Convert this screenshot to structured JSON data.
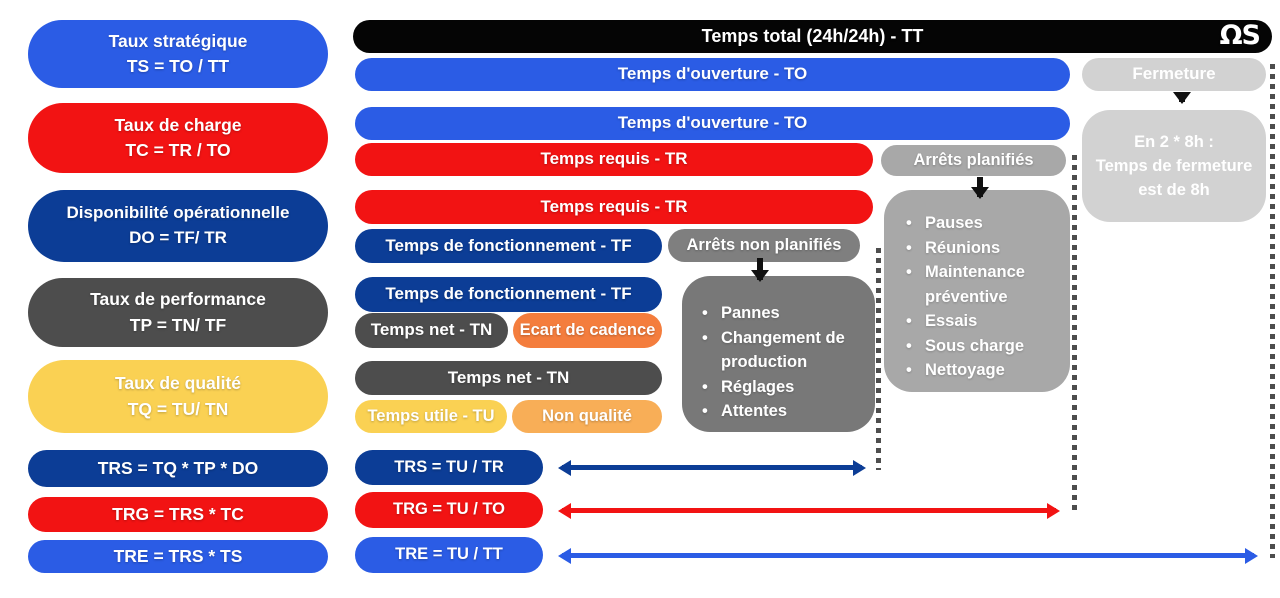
{
  "logo_text": "ΩS",
  "colors": {
    "blue": "#2b5ce5",
    "dark_blue": "#0c3d96",
    "red": "#f21313",
    "dark_gray": "#4d4d4d",
    "medium_gray": "#7f7f7f",
    "gray": "#a8a8a8",
    "light_gray": "#d2d2d2",
    "yellow": "#fad153",
    "orange": "#f47d3d",
    "light_orange": "#f8ae57",
    "black": "#050505"
  },
  "left_column": {
    "items": [
      {
        "title": "Taux stratégique",
        "formula": "TS = TO / TT"
      },
      {
        "title": "Taux de charge",
        "formula": "TC = TR / TO"
      },
      {
        "title": "Disponibilité opérationnelle",
        "formula": "DO = TF/ TR"
      },
      {
        "title": "Taux de performance",
        "formula": "TP = TN/ TF"
      },
      {
        "title": "Taux de qualité",
        "formula": "TQ = TU/ TN"
      },
      {
        "formula": "TRS = TQ * TP * DO"
      },
      {
        "formula": "TRG = TRS * TC"
      },
      {
        "formula": "TRE = TRS * TS"
      }
    ]
  },
  "main": {
    "temps_total": "Temps total (24h/24h) - TT",
    "temps_ouverture": "Temps d'ouverture - TO",
    "fermeture": "Fermeture",
    "fermeture_info": {
      "line1": "En 2 * 8h :",
      "line2": "Temps de fermeture",
      "line3": "est de 8h"
    },
    "temps_requis": "Temps requis - TR",
    "arrets_planifies": "Arrêts planifiés",
    "arrets_planifies_items": [
      "Pauses",
      "Réunions",
      "Maintenance préventive",
      "Essais",
      "Sous charge",
      "Nettoyage"
    ],
    "temps_fonctionnement": "Temps de fonctionnement - TF",
    "arrets_non_planifies": "Arrêts non planifiés",
    "arrets_non_planifies_items": [
      "Pannes",
      "Changement de production",
      "Réglages",
      "Attentes"
    ],
    "temps_net": "Temps net - TN",
    "ecart_cadence": "Ecart de cadence",
    "temps_utile": "Temps utile - TU",
    "non_qualite": "Non qualité",
    "trs_formula": "TRS = TU / TR",
    "trg_formula": "TRG = TU / TO",
    "tre_formula": "TRE = TU / TT"
  }
}
